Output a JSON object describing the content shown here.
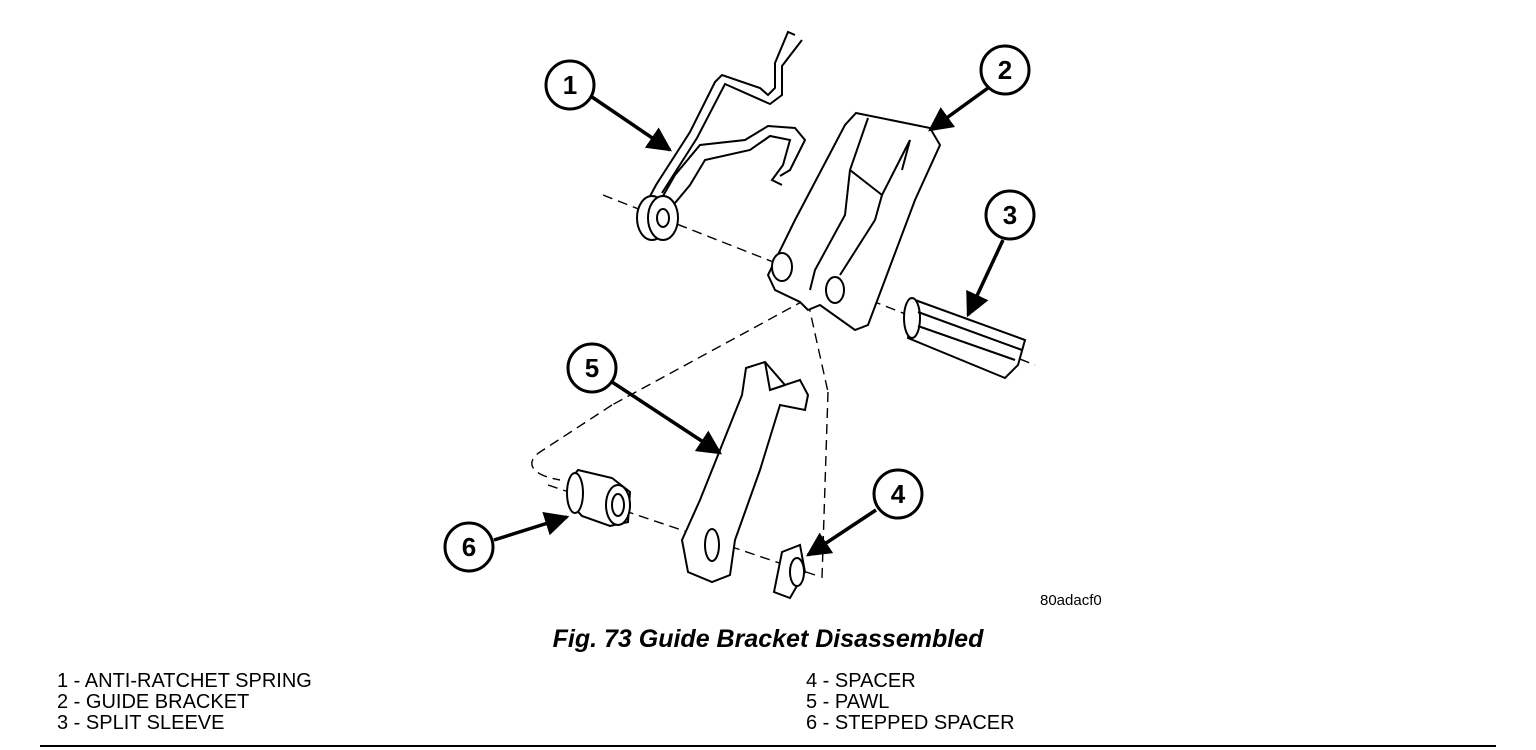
{
  "figure": {
    "code": "80adacf0",
    "caption": "Fig. 73 Guide Bracket Disassembled"
  },
  "callouts": [
    "1",
    "2",
    "3",
    "4",
    "5",
    "6"
  ],
  "legend": {
    "left": [
      "1 - ANTI-RATCHET SPRING",
      "2 - GUIDE BRACKET",
      "3 - SPLIT SLEEVE"
    ],
    "right": [
      "4 - SPACER",
      "5 - PAWL",
      "6 - STEPPED SPACER"
    ]
  }
}
